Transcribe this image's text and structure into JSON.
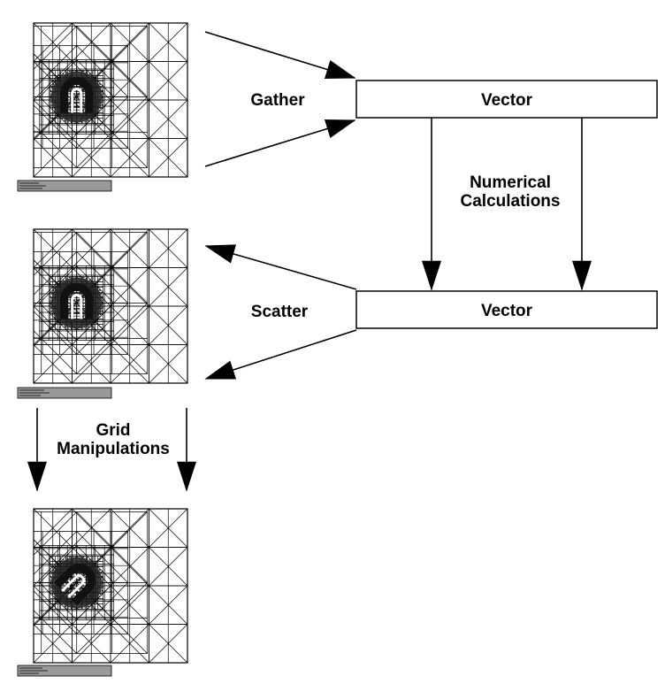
{
  "labels": {
    "gather": "Gather",
    "scatter": "Scatter",
    "numerical_line1": "Numerical",
    "numerical_line2": "Calculations",
    "grid_line1": "Grid",
    "grid_line2": "Manipulations"
  },
  "boxes": {
    "top_vector": "Vector",
    "bottom_vector": "Vector"
  },
  "meshes": [
    {
      "name": "mesh-1",
      "rotation_deg": 0
    },
    {
      "name": "mesh-2",
      "rotation_deg": 0
    },
    {
      "name": "mesh-3",
      "rotation_deg": 45
    }
  ],
  "colors": {
    "line": "#000000",
    "caption_bar": "#999999",
    "background": "#ffffff"
  }
}
